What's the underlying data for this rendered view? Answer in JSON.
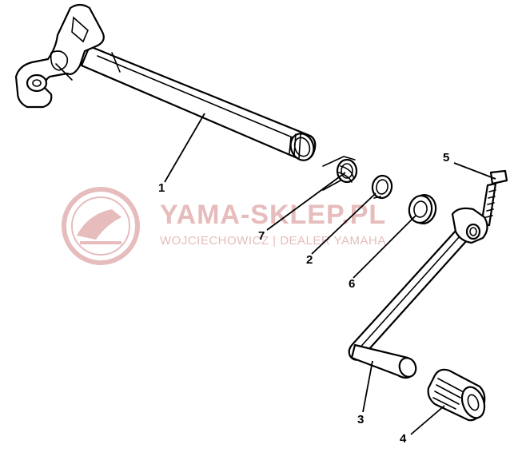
{
  "watermark": {
    "brand": "YAMA-SKLEP.PL",
    "subtitle": "WOJCIECHOWICZ | DEALER YAMAHA",
    "color": "#e4b5b5"
  },
  "callouts": [
    {
      "id": "1",
      "label": "1"
    },
    {
      "id": "2",
      "label": "2"
    },
    {
      "id": "3",
      "label": "3"
    },
    {
      "id": "4",
      "label": "4"
    },
    {
      "id": "5",
      "label": "5"
    },
    {
      "id": "6",
      "label": "6"
    },
    {
      "id": "7",
      "label": "7"
    }
  ]
}
